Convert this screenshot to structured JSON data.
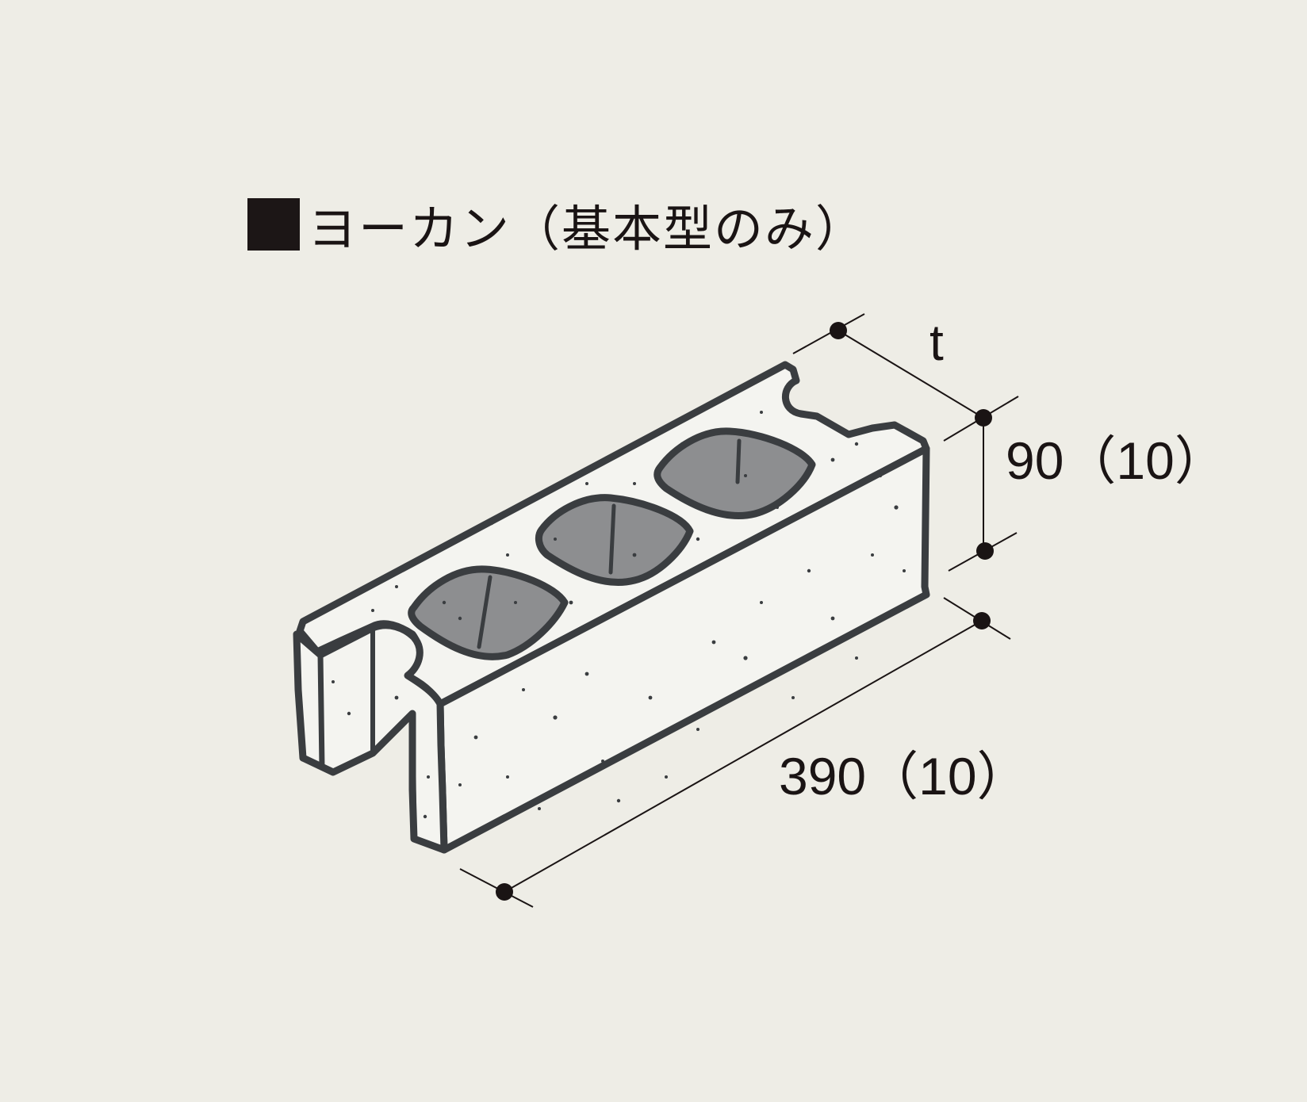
{
  "title": {
    "bullet_icon": "black-square",
    "text": "ヨーカン（基本型のみ）"
  },
  "dimensions": {
    "thickness_label": "t",
    "height_label": "90（10）",
    "length_label": "390（10）"
  },
  "colors": {
    "background": "#eeede6",
    "block_fill": "#f4f4f0",
    "outline": "#3a3d40",
    "hole_fill": "#8d8e90",
    "dimension_line": "#1a1414"
  }
}
